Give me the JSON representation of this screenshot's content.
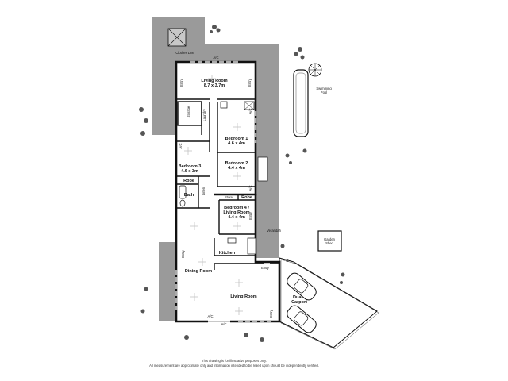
{
  "rooms": {
    "clothes_line": "Clothes Line",
    "living_upper": {
      "name": "Living Room",
      "size": "8.7 x 3.7m"
    },
    "bedroom1": {
      "name": "Bedroom 1",
      "size": "4.6 x 4m"
    },
    "bedroom2": {
      "name": "Bedroom 2",
      "size": "4.4 x 4m"
    },
    "bedroom3": {
      "name": "Bedroom 3",
      "size": "4.6 x 3m"
    },
    "bedroom4": {
      "name": "Bedroom 4 / Living Room",
      "size": "4.4 x 4m"
    },
    "dining": "Dining Room",
    "living_lower": "Living Room",
    "kitchen": "Kitchen",
    "bath": "Bath",
    "robe": "Robe",
    "store": "Store",
    "verandah": "Verandah",
    "garden_shed": "Garden Shed",
    "dual_carport": "Dual Carport",
    "swimming_pool": "Swimming Pool",
    "laundry": "Laundry",
    "storage": "Storage",
    "linen": "Linen"
  },
  "labels": {
    "ac": "A/C",
    "entry": "Entry"
  },
  "disclaimer": {
    "line1": "This drawing is for illustrative purposes only.",
    "line2": "All measurement are approximate only and information intended to be relied upon should be independently verified."
  },
  "colors": {
    "walls": "#111111",
    "outdoor_paving": "#9a9a9a",
    "background": "#ffffff"
  }
}
